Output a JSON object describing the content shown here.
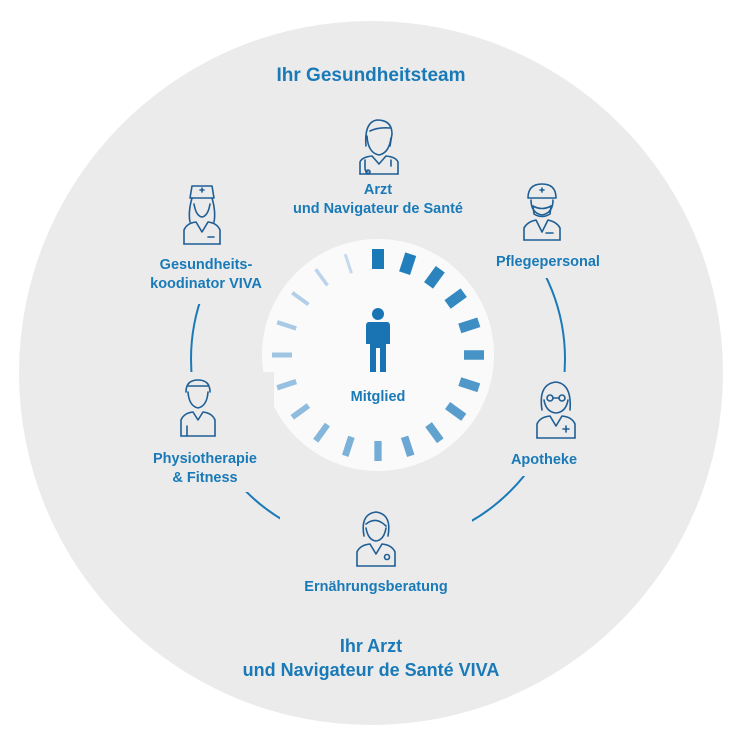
{
  "title": "Ihr Gesundheitsteam",
  "center": {
    "label": "Mitglied",
    "icon": "person-icon"
  },
  "roles": [
    {
      "id": "arzt",
      "lines": [
        "Arzt",
        "und Navigateur de Santé"
      ],
      "icon": "doctor-icon"
    },
    {
      "id": "pflege",
      "lines": [
        "Pflegepersonal"
      ],
      "icon": "surgeon-icon"
    },
    {
      "id": "apotheke",
      "lines": [
        "Apotheke"
      ],
      "icon": "pharmacist-icon"
    },
    {
      "id": "ernaehrung",
      "lines": [
        "Ernährungsberatung"
      ],
      "icon": "nutritionist-icon"
    },
    {
      "id": "physio",
      "lines": [
        "Physiotherapie",
        "& Fitness"
      ],
      "icon": "trainer-icon"
    },
    {
      "id": "koordinator",
      "lines": [
        "Gesundheits-",
        "koodinator VIVA"
      ],
      "icon": "nurse-icon"
    }
  ],
  "footer": {
    "lines": [
      "Ihr Arzt",
      "und Navigateur de Santé VIVA"
    ]
  },
  "colors": {
    "accent": "#1a7ab8",
    "icon_stroke": "#1f5f96",
    "outer_circle": "#ebebeb",
    "inner_circle": "#fafafa",
    "person": "#1a74b4",
    "ticks_dark": "#1a7ab8",
    "ticks_light": "#c4d9ef"
  }
}
